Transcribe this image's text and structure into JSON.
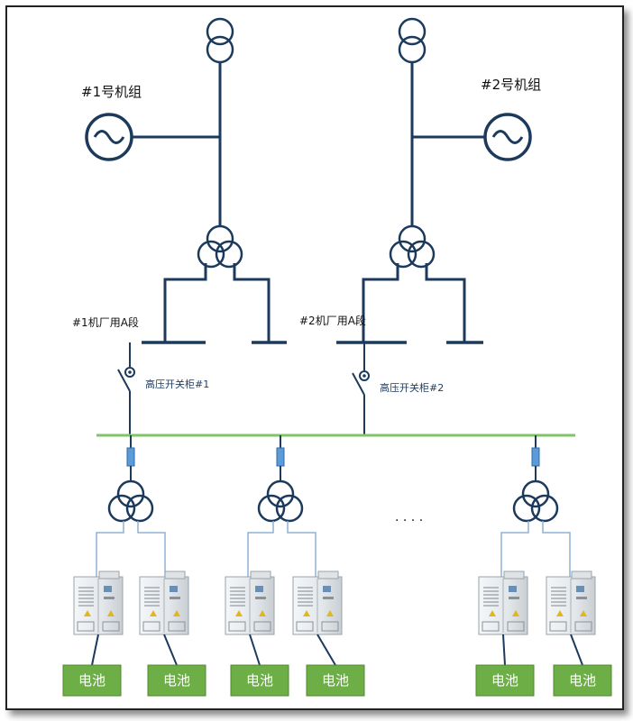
{
  "units": [
    {
      "generator_label": "#1号机组",
      "bus_label": "#1机厂用A段",
      "switchgear_label": "高压开关柜#1"
    },
    {
      "generator_label": "#2号机组",
      "bus_label": "#2机厂用A段",
      "switchgear_label": "高压开关柜#2"
    }
  ],
  "ellipsis": "· · · ·",
  "battery_label": "电池",
  "colors": {
    "line_dark": "#1b3a5c",
    "feeder": "#8fb0d6",
    "green_bus": "#7fc466",
    "battery_fill": "#6dae46",
    "breaker": "#5a9bd8"
  },
  "icons": [
    "generator-icon",
    "transformer-icon",
    "breaker-icon",
    "pcs-cabinet-icon"
  ]
}
